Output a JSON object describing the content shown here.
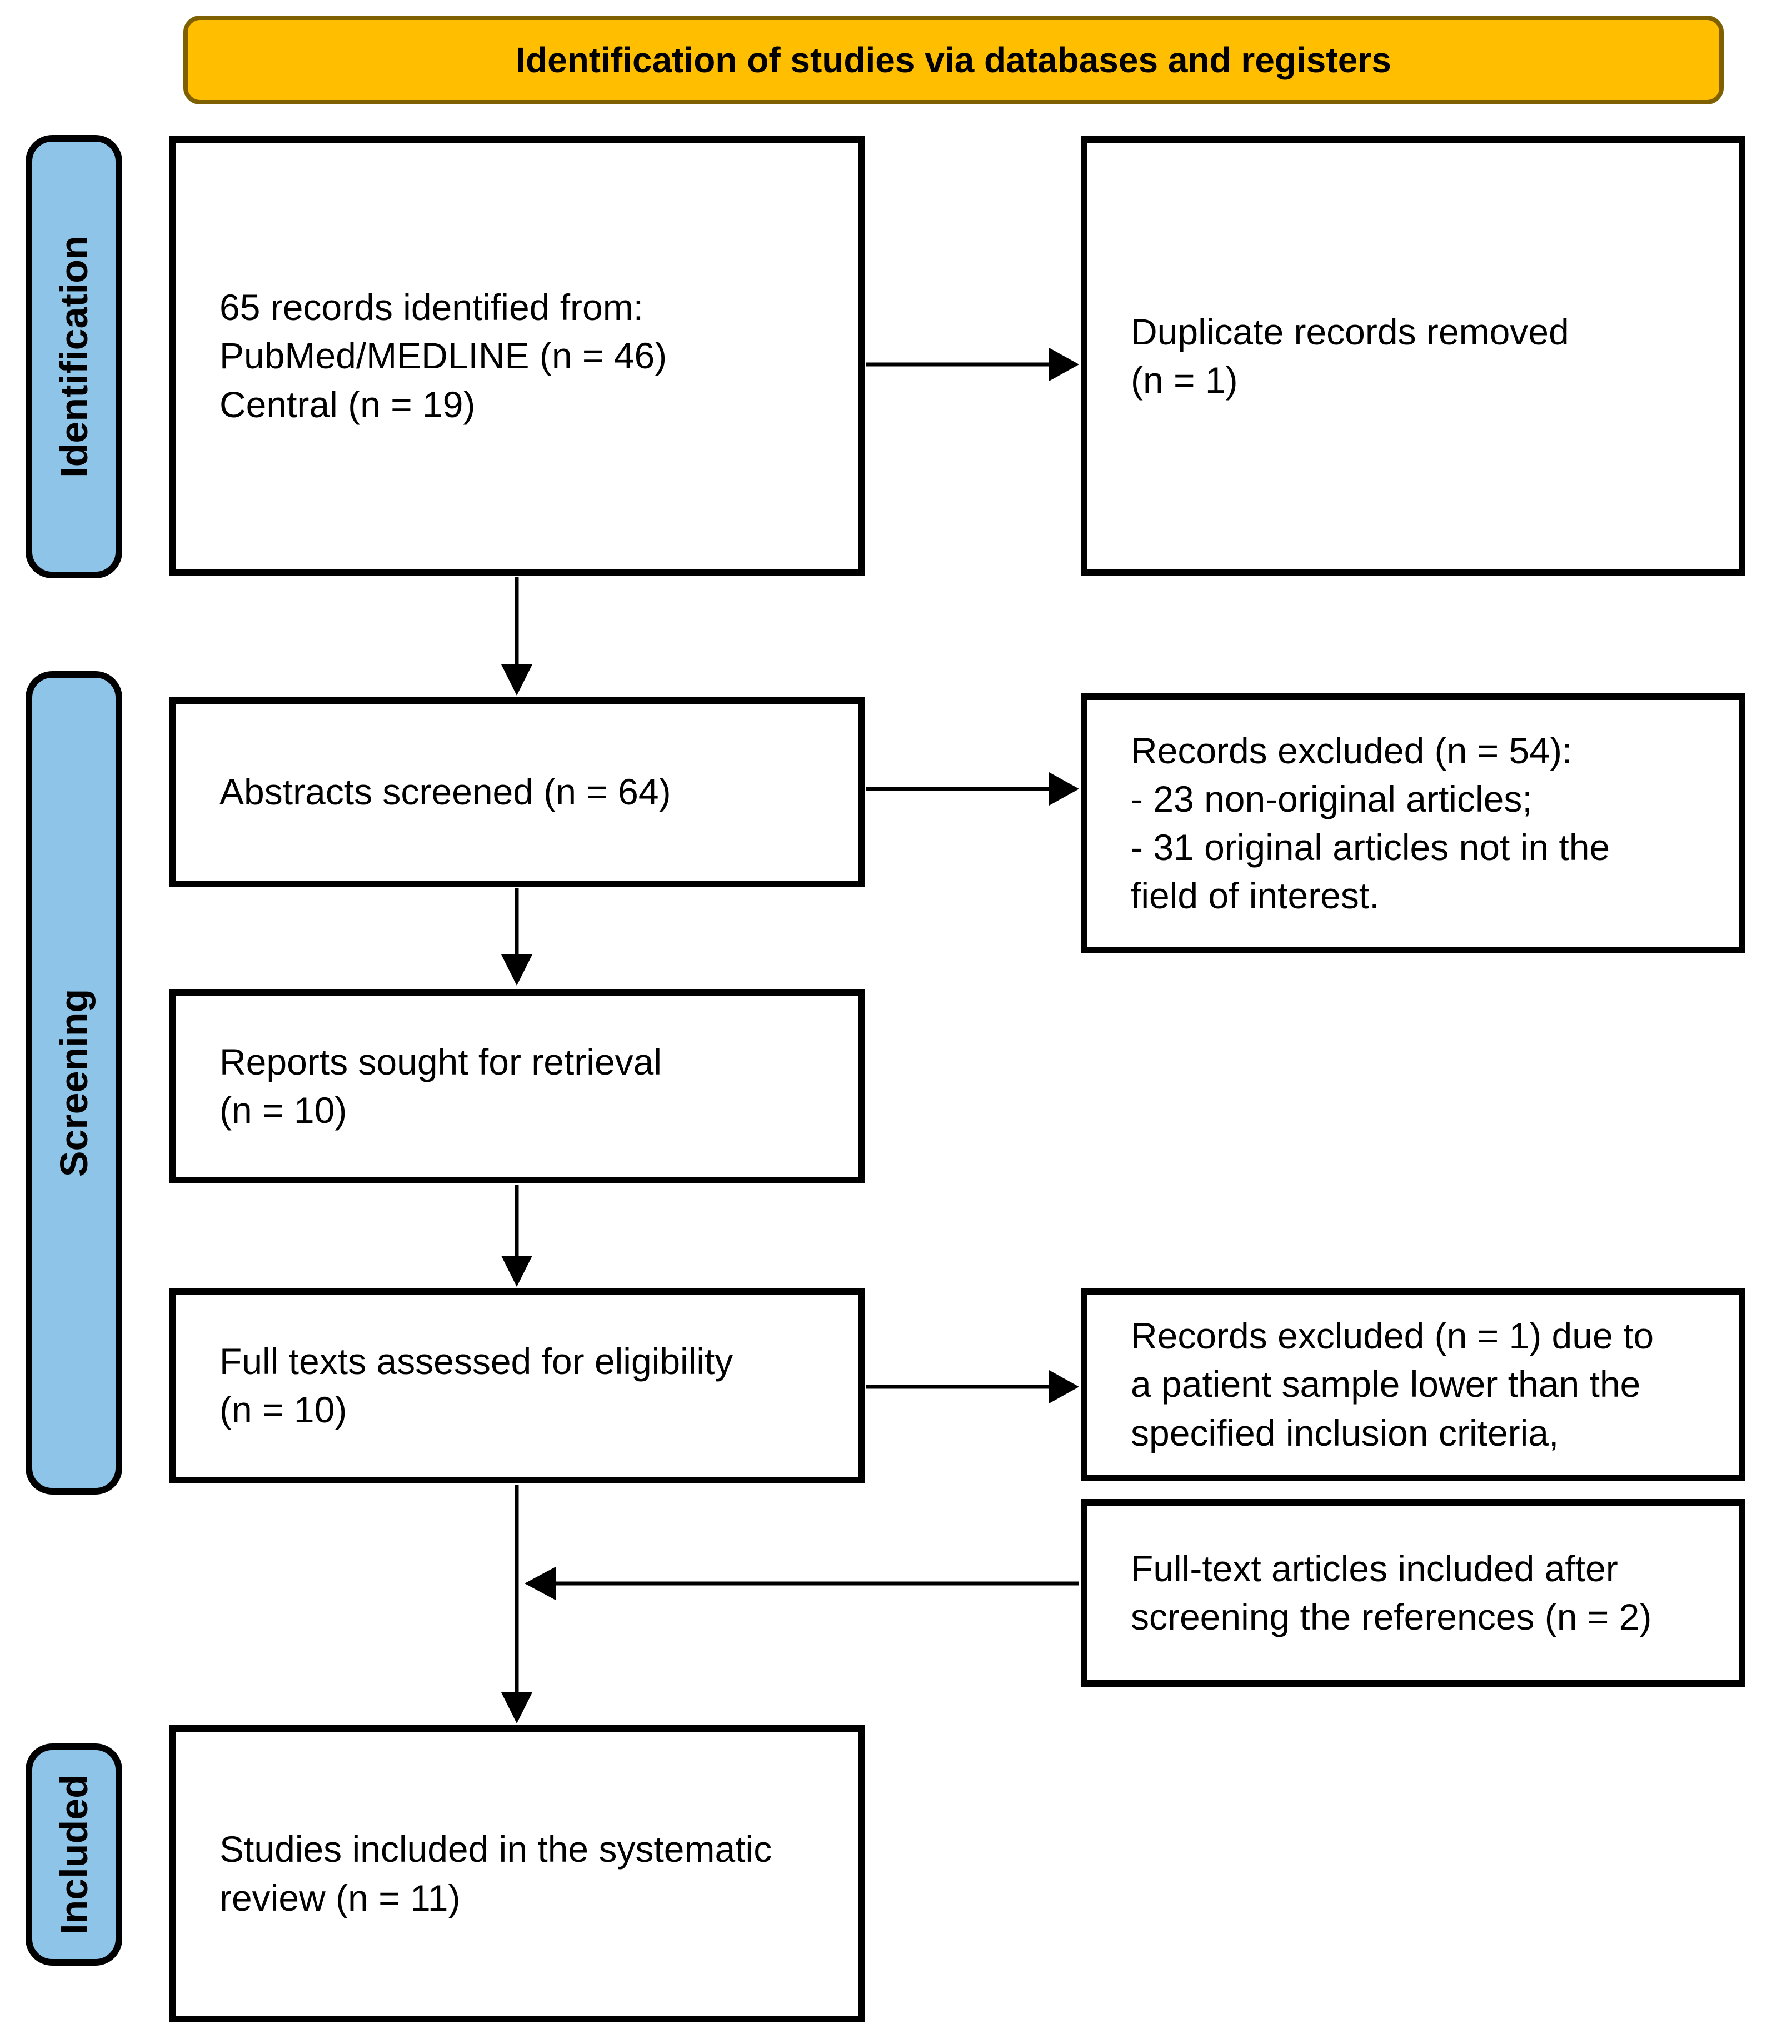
{
  "header": {
    "title": "Identification of studies via databases and registers"
  },
  "stages": [
    {
      "label": "Identification"
    },
    {
      "label": "Screening"
    },
    {
      "label": "Included"
    }
  ],
  "boxes": {
    "records_identified": {
      "text": "65 records identified from:\nPubMed/MEDLINE (n = 46)\nCentral (n = 19)"
    },
    "duplicates_removed": {
      "text": "Duplicate records removed\n(n = 1)"
    },
    "abstracts_screened": {
      "text": "Abstracts screened (n = 64)"
    },
    "records_excluded_screening": {
      "text": "Records excluded (n = 54):\n- 23 non-original articles;\n- 31 original articles not in the\nfield of interest."
    },
    "reports_sought": {
      "text": "Reports sought for retrieval\n(n = 10)"
    },
    "full_texts_assessed": {
      "text": "Full texts assessed for eligibility\n(n = 10)"
    },
    "records_excluded_eligibility": {
      "text": "Records excluded (n = 1) due to\na patient sample lower than the\nspecified inclusion criteria,"
    },
    "full_text_included_refs": {
      "text": "Full-text articles included after\nscreening the references (n = 2)"
    },
    "studies_included": {
      "text": "Studies included in the systematic\nreview (n = 11)"
    }
  },
  "colors": {
    "header_fill": "#FFBF00",
    "header_border": "#7F6000",
    "stage_fill": "#8FC4E9",
    "box_fill": "#FFFFFF",
    "box_border": "#000000",
    "line_color": "#000000",
    "text_color": "#000000"
  }
}
